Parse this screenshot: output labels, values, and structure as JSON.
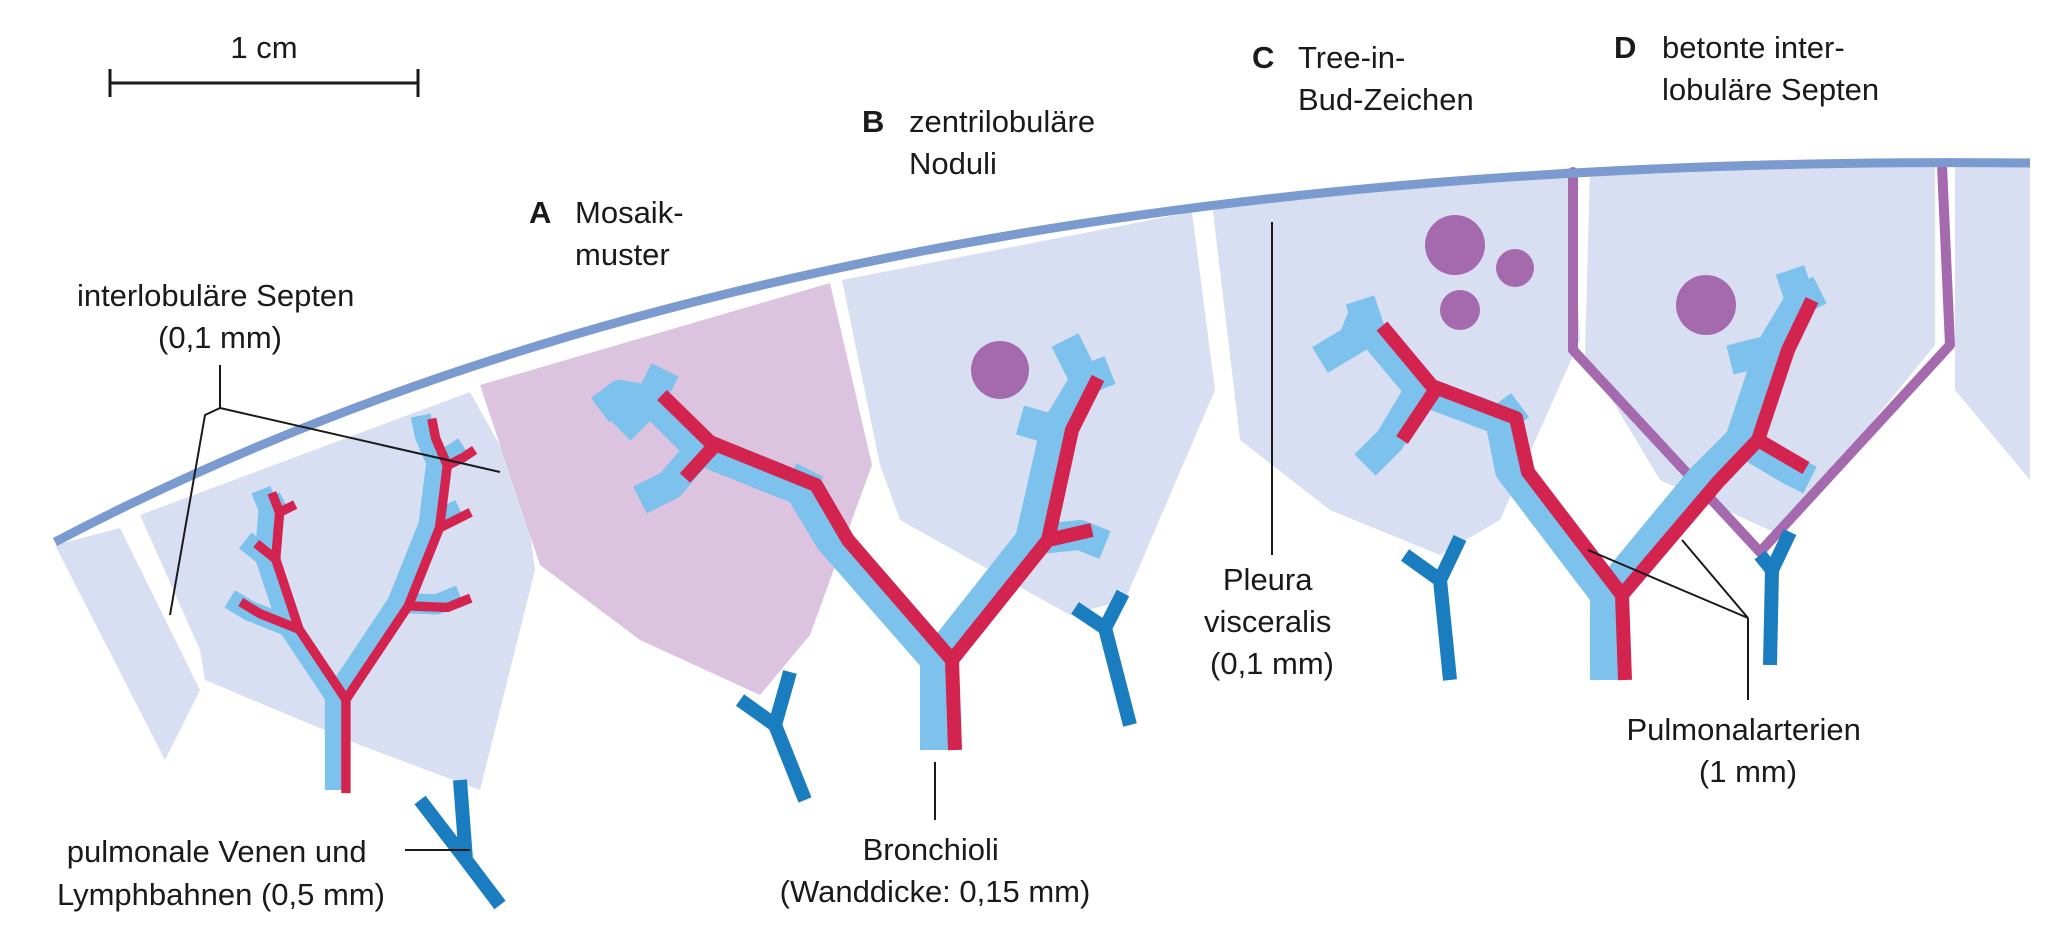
{
  "scale_bar": {
    "label": "1 cm"
  },
  "labels": {
    "interlobular_septa": {
      "line1": "interlobuläre Septen",
      "line2": "(0,1 mm)"
    },
    "veins_lymph": {
      "line1": "pulmonale Venen und",
      "line2": "Lymphbahnen (0,5 mm)"
    },
    "bronchioles": {
      "line1": "Bronchioli",
      "line2": "(Wanddicke: 0,15 mm)"
    },
    "pleura": {
      "line1": "Pleura",
      "line2": "visceralis",
      "line3": "(0,1 mm)"
    },
    "pulmonary_arteries": {
      "line1": "Pulmonalarterien",
      "line2": "(1 mm)"
    }
  },
  "patterns": [
    {
      "letter": "A",
      "line1": "Mosaik-",
      "line2": "muster"
    },
    {
      "letter": "B",
      "line1": "zentrilobuläre",
      "line2": "Noduli"
    },
    {
      "letter": "C",
      "line1": "Tree-in-",
      "line2": "Bud-Zeichen"
    },
    {
      "letter": "D",
      "line1": "betonte inter-",
      "line2": "lobuläre Septen"
    }
  ],
  "colors": {
    "lobule_fill": "#d9dff2",
    "mosaic_fill": "#dcc3df",
    "pleura": "#7b9bd0",
    "bronchiole": "#7cc2ec",
    "artery": "#d2244f",
    "vein_lymph": "#1a7dbf",
    "nodule": "#a56aae",
    "thick_septum": "#a56aae",
    "leader_line": "#1a1a1a"
  }
}
